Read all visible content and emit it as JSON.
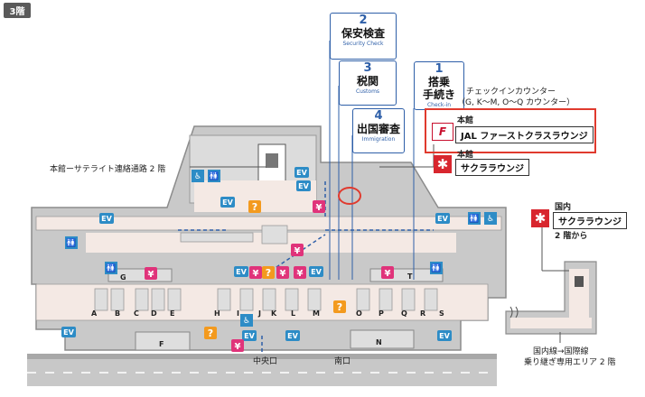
{
  "floor": "3階",
  "procedures": [
    {
      "num": "2",
      "jp": "保安検査",
      "en": "Security Check"
    },
    {
      "num": "3",
      "jp": "税関",
      "en": "Customs"
    },
    {
      "num": "4",
      "jp": "出国審査",
      "en": "Immigration"
    },
    {
      "num": "1",
      "jp": "搭乗\n手続き",
      "en": "Check-in"
    }
  ],
  "checkin_counter": "チェックインカウンター",
  "checkin_counter_note": "（G, K〜M, O〜Q カウンター）",
  "honkan_label": "本館",
  "jal_first_lounge": "JAL ファーストクラスラウンジ",
  "honkan_label_2": "本館",
  "sakura_lounge": "サクララウンジ",
  "domestic_label": "国内",
  "domestic_sakura": "サクララウンジ",
  "domestic_floor": "2 階から",
  "connector_label": "本館ーサテライト連絡通路 2 階",
  "transfer_label_1": "国内線→国際線",
  "transfer_label_2": "乗り継ぎ専用エリア 2 階",
  "entrances": [
    "中央口",
    "南口"
  ],
  "counters": [
    "A",
    "B",
    "C",
    "D",
    "E",
    "F",
    "G",
    "H",
    "I",
    "J",
    "K",
    "L",
    "M",
    "N",
    "O",
    "P",
    "Q",
    "R",
    "S",
    "T"
  ],
  "icons": {
    "ev": "EV",
    "info": "?",
    "yen": "¥"
  },
  "colors": {
    "accent_blue": "#2e5fa8",
    "highlight_red": "#e03a2e",
    "ev_blue": "#2d8cc6",
    "toilet_blue": "#2d8cc6",
    "info_orange": "#f39a1e",
    "yen_pink": "#e0337a",
    "sakura_red": "#d8262e"
  }
}
